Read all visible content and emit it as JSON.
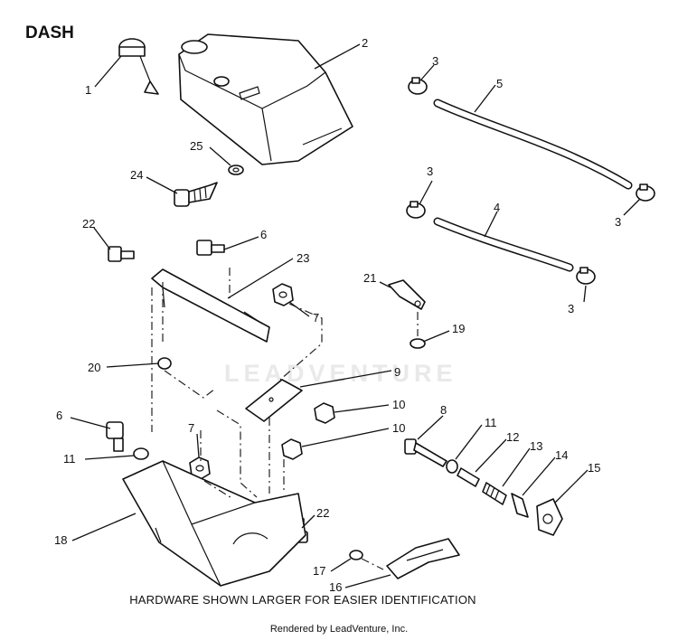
{
  "header": {
    "title": "DASH"
  },
  "note": "HARDWARE SHOWN LARGER FOR EASIER IDENTIFICATION",
  "footer": "Rendered by LeadVenture, Inc.",
  "watermark": "LEADVENTURE",
  "callouts": {
    "c1": "1",
    "c2": "2",
    "c3a": "3",
    "c3b": "3",
    "c3c": "3",
    "c3d": "3",
    "c4": "4",
    "c5": "5",
    "c6a": "6",
    "c6b": "6",
    "c7a": "7",
    "c7b": "7",
    "c8": "8",
    "c9": "9",
    "c10a": "10",
    "c10b": "10",
    "c11a": "11",
    "c11b": "11",
    "c12": "12",
    "c13": "13",
    "c14": "14",
    "c15": "15",
    "c16": "16",
    "c17": "17",
    "c18": "18",
    "c19": "19",
    "c20": "20",
    "c21": "21",
    "c22a": "22",
    "c22b": "22",
    "c23": "23",
    "c24": "24",
    "c25": "25"
  }
}
